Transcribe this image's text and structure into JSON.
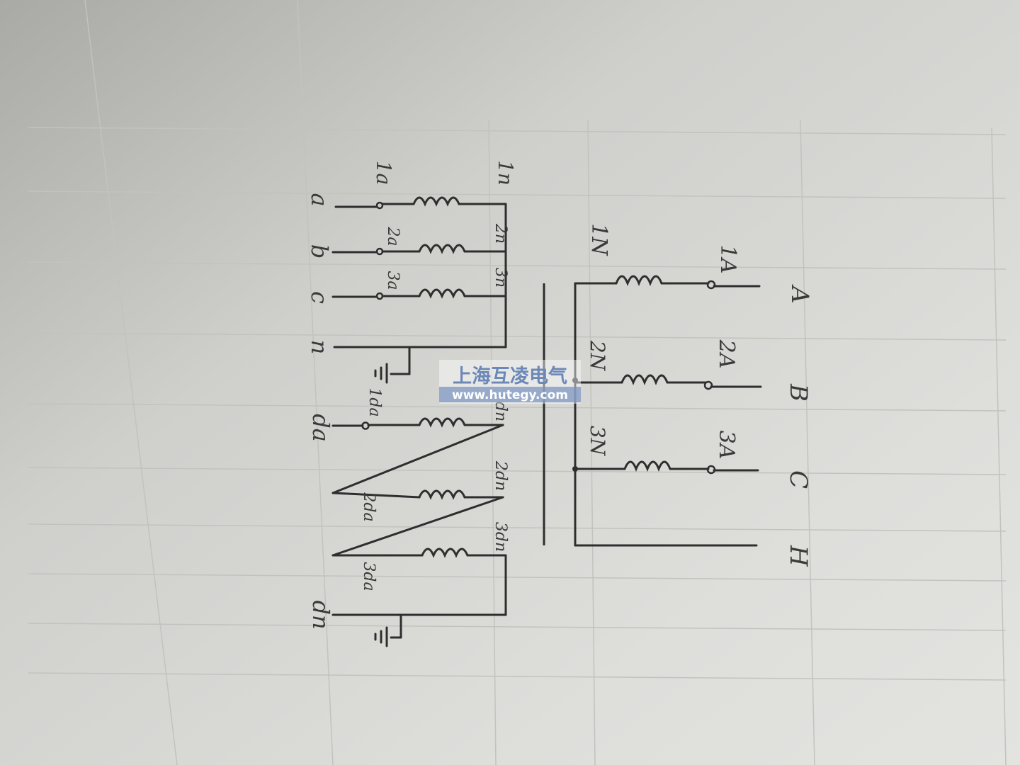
{
  "watermark": {
    "company": "上海互凌电气",
    "url": "www.hutegy.com"
  },
  "primary": {
    "lines": [
      "A",
      "B",
      "C",
      "H"
    ],
    "terminals": [
      "1A",
      "2A",
      "3A"
    ],
    "neutrals": [
      "1N",
      "2N",
      "3N"
    ]
  },
  "secondary_star": {
    "lines": [
      "a",
      "b",
      "c",
      "n"
    ],
    "terminals": [
      "1a",
      "2a",
      "3a"
    ],
    "neutrals": [
      "1n",
      "2n",
      "3n"
    ]
  },
  "secondary_delta": {
    "terminals": [
      "1da",
      "2da",
      "3da"
    ],
    "neutrals": [
      "1dn",
      "2dn",
      "3dn"
    ],
    "out_terminal": "da",
    "out_neutral": "dn"
  },
  "colors": {
    "paper": "#d6d6d3",
    "ink": "#2e2e2e",
    "watermark_blue": "#6c88b6"
  }
}
